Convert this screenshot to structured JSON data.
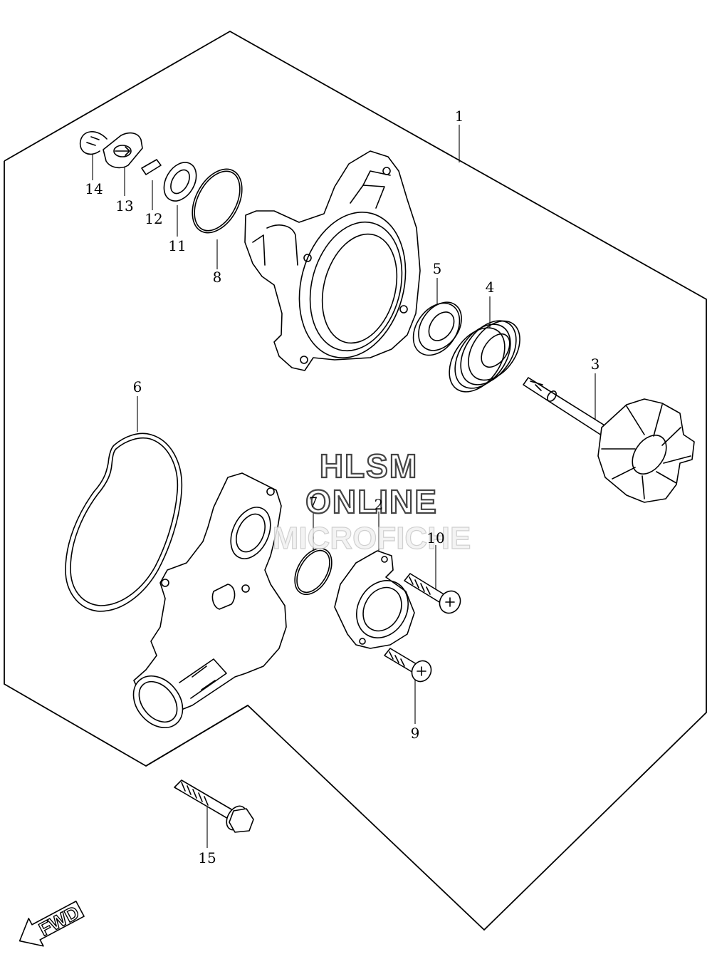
{
  "callouts": {
    "c1": "1",
    "c2": "2",
    "c3": "3",
    "c4": "4",
    "c5": "5",
    "c6": "6",
    "c7": "7",
    "c8": "8",
    "c9": "9",
    "c10": "10",
    "c11": "11",
    "c12": "12",
    "c13": "13",
    "c14": "14",
    "c15": "15"
  },
  "watermark": {
    "line1": "HLSM",
    "line2": "ONLINE",
    "line3": "MICROFICHE"
  },
  "direction_badge": "FWD"
}
